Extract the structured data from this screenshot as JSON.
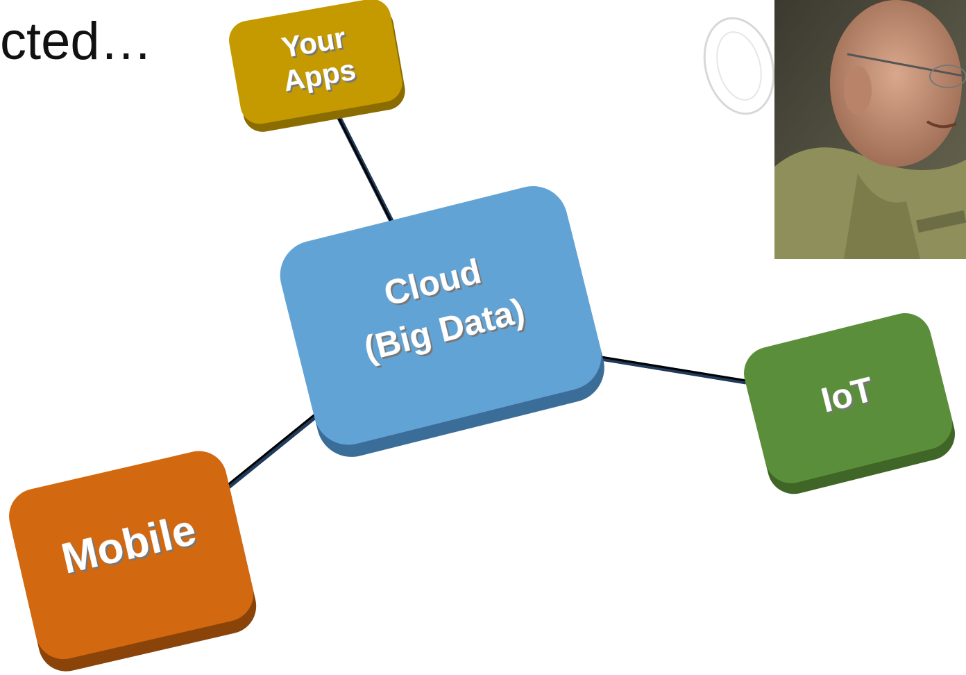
{
  "slide": {
    "title_fragment": "cted…"
  },
  "nodes": {
    "your_apps": {
      "line1": "Your",
      "line2": "Apps",
      "color": "#c49a00"
    },
    "cloud": {
      "line1": "Cloud",
      "line2": "(Big Data)",
      "color": "#62a3d6"
    },
    "iot": {
      "line1": "IoT",
      "color": "#5b8e3a"
    },
    "mobile": {
      "line1": "Mobile",
      "color": "#d2680f"
    }
  },
  "photo": {
    "icon": "person-photo"
  }
}
